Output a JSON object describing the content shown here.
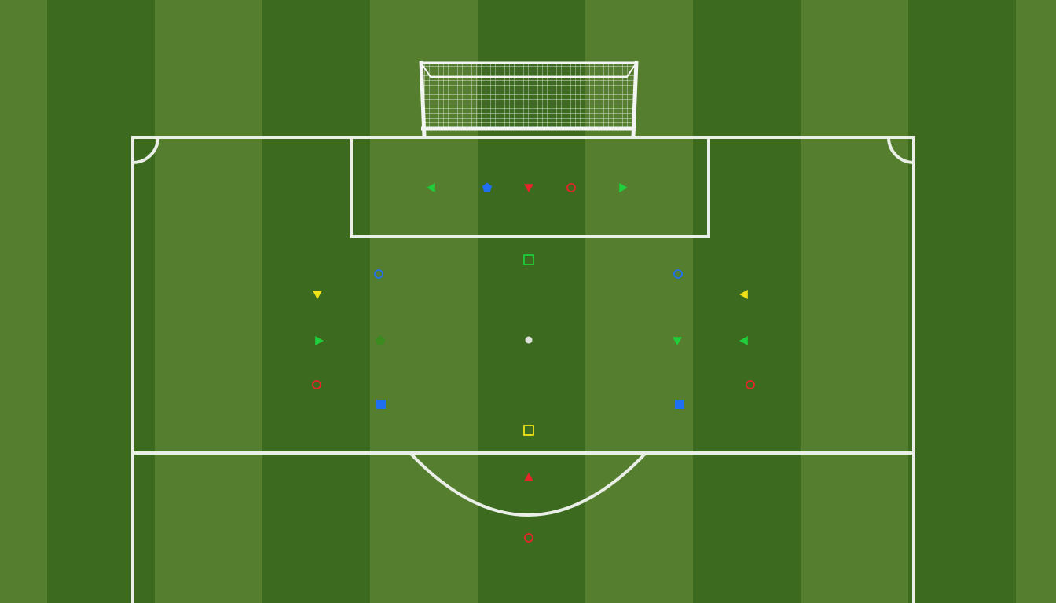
{
  "field": {
    "stripe_colors": [
      "#557f2f",
      "#3c6b20"
    ],
    "line_color": "#e9eee6",
    "net_color": "#f3f5f2"
  },
  "markers": [
    {
      "name": "marker-triangle-left-green-1",
      "shape": "triangle-left",
      "color": "#1fce3a",
      "filled": true
    },
    {
      "name": "marker-pentagon-blue-1",
      "shape": "pentagon",
      "color": "#1f6ff0",
      "filled": true
    },
    {
      "name": "marker-triangle-down-red-1",
      "shape": "triangle-down",
      "color": "#e8232b",
      "filled": true
    },
    {
      "name": "marker-circle-red-outline-1",
      "shape": "circle",
      "color": "#e8232b",
      "filled": false
    },
    {
      "name": "marker-triangle-right-green-1",
      "shape": "triangle-right",
      "color": "#1fce3a",
      "filled": true
    },
    {
      "name": "marker-square-green-outline",
      "shape": "square",
      "color": "#1fce3a",
      "filled": false
    },
    {
      "name": "marker-circle-blue-outline-1",
      "shape": "circle",
      "color": "#1f6ff0",
      "filled": false
    },
    {
      "name": "marker-circle-blue-outline-2",
      "shape": "circle",
      "color": "#1f6ff0",
      "filled": false
    },
    {
      "name": "marker-triangle-down-yellow",
      "shape": "triangle-down",
      "color": "#f2e21a",
      "filled": true
    },
    {
      "name": "marker-triangle-left-yellow",
      "shape": "triangle-left",
      "color": "#f2e21a",
      "filled": true
    },
    {
      "name": "marker-triangle-right-green-2",
      "shape": "triangle-right",
      "color": "#1fce3a",
      "filled": true
    },
    {
      "name": "marker-pentagon-darkgreen",
      "shape": "pentagon",
      "color": "#3a8a1e",
      "filled": true
    },
    {
      "name": "ball-dot",
      "shape": "dot",
      "color": "#dfe3dc",
      "filled": true
    },
    {
      "name": "marker-triangle-down-green",
      "shape": "triangle-down",
      "color": "#1fce3a",
      "filled": true
    },
    {
      "name": "marker-triangle-left-green-2",
      "shape": "triangle-left",
      "color": "#1fce3a",
      "filled": true
    },
    {
      "name": "marker-circle-red-outline-2",
      "shape": "circle",
      "color": "#e8232b",
      "filled": false
    },
    {
      "name": "marker-circle-red-outline-3",
      "shape": "circle",
      "color": "#e8232b",
      "filled": false
    },
    {
      "name": "marker-square-blue-1",
      "shape": "square",
      "color": "#1f6ff0",
      "filled": true
    },
    {
      "name": "marker-square-blue-2",
      "shape": "square",
      "color": "#1f6ff0",
      "filled": true
    },
    {
      "name": "marker-square-yellow-outline",
      "shape": "square",
      "color": "#f2e21a",
      "filled": false
    },
    {
      "name": "marker-triangle-up-red",
      "shape": "triangle-up",
      "color": "#e8232b",
      "filled": true
    },
    {
      "name": "marker-circle-red-outline-4",
      "shape": "circle",
      "color": "#e8232b",
      "filled": false
    }
  ]
}
